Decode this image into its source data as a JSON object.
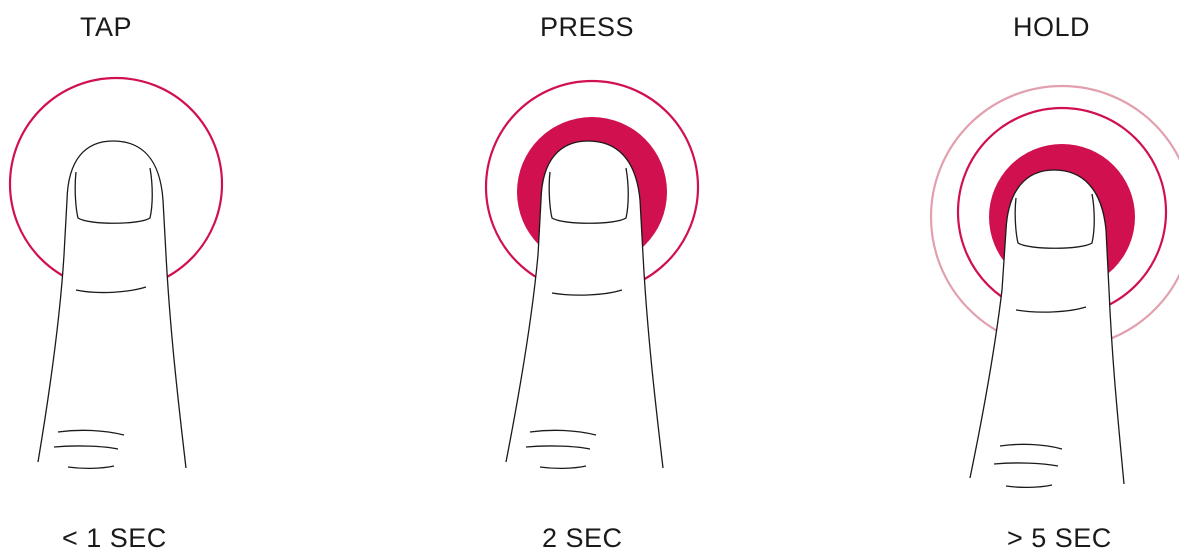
{
  "colors": {
    "accent": "#d0104f",
    "outer_ring_hold": "#e2a0ae",
    "stroke": "#1a1a1a"
  },
  "gestures": [
    {
      "title": "TAP",
      "duration": "< 1 SEC",
      "icon": "finger-tap-icon"
    },
    {
      "title": "PRESS",
      "duration": "2 SEC",
      "icon": "finger-press-icon"
    },
    {
      "title": "HOLD",
      "duration": "> 5 SEC",
      "icon": "finger-hold-icon"
    }
  ]
}
